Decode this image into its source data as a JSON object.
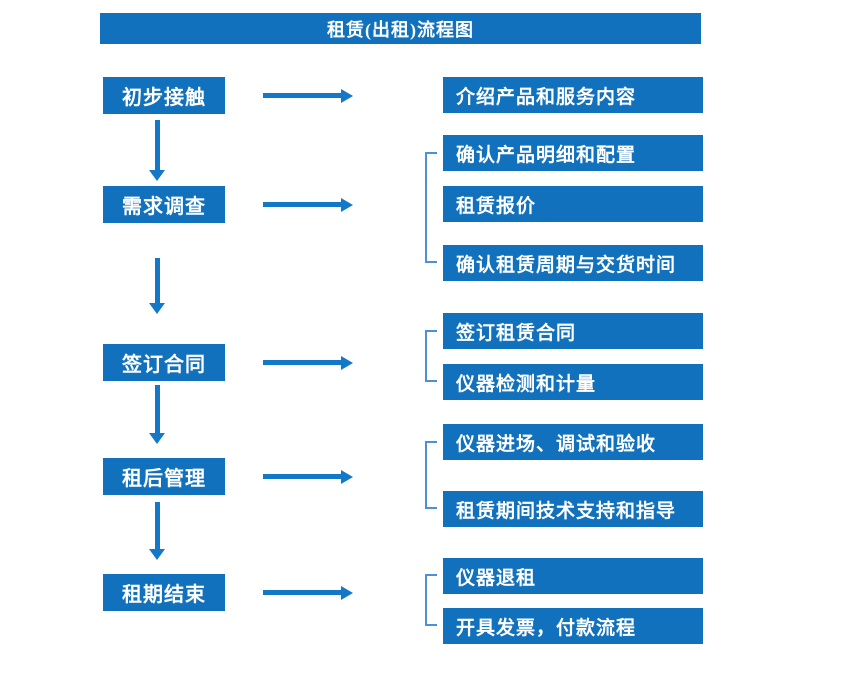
{
  "title": "租赁(出租)流程图",
  "colors": {
    "box_blue": "#1271BC",
    "arrow_blue": "#1478C8",
    "bracket_blue": "#4E90D2",
    "text_white": "#FFFFFF",
    "background": "#FFFFFF"
  },
  "flow": [
    {
      "step": "初步接触",
      "details": [
        "介绍产品和服务内容"
      ]
    },
    {
      "step": "需求调查",
      "details": [
        "确认产品明细和配置",
        "租赁报价",
        "确认租赁周期与交货时间"
      ]
    },
    {
      "step": "签订合同",
      "details": [
        "签订租赁合同",
        "仪器检测和计量"
      ]
    },
    {
      "step": "租后管理",
      "details": [
        "仪器进场、调试和验收",
        "租赁期间技术支持和指导"
      ]
    },
    {
      "step": "租期结束",
      "details": [
        "仪器退租",
        "开具发票，付款流程"
      ]
    }
  ]
}
